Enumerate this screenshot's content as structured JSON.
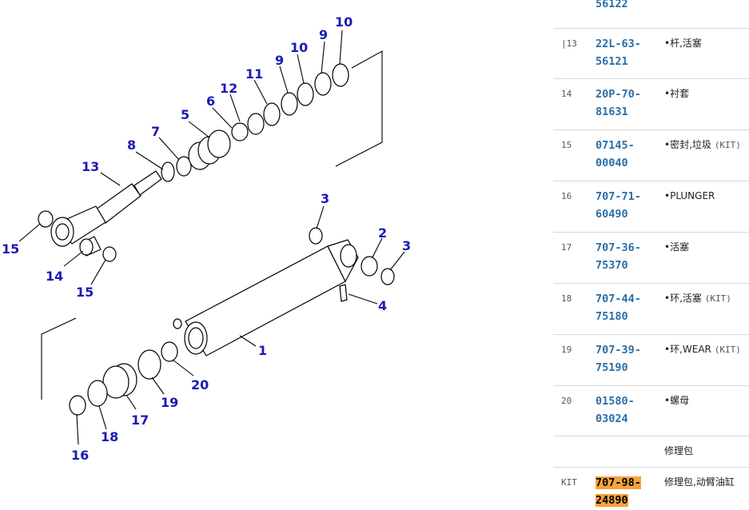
{
  "callouts": [
    "10",
    "9",
    "10",
    "9",
    "11",
    "12",
    "6",
    "5",
    "7",
    "8",
    "13",
    "15",
    "14",
    "15",
    "3",
    "2",
    "3",
    "4",
    "1",
    "20",
    "19",
    "17",
    "18",
    "16"
  ],
  "top_partial": "56122",
  "rows": [
    {
      "idx": "|13",
      "pn1": "22L-63-",
      "pn2": "56121",
      "desc": "•杆,活塞",
      "kit": ""
    },
    {
      "idx": "14",
      "pn1": "20P-70-",
      "pn2": "81631",
      "desc": "•衬套",
      "kit": ""
    },
    {
      "idx": "15",
      "pn1": "07145-",
      "pn2": "00040",
      "desc": "•密封,垃圾",
      "kit": "(KIT)"
    },
    {
      "idx": "16",
      "pn1": "707-71-",
      "pn2": "60490",
      "desc": "•PLUNGER",
      "kit": ""
    },
    {
      "idx": "17",
      "pn1": "707-36-",
      "pn2": "75370",
      "desc": "•活塞",
      "kit": ""
    },
    {
      "idx": "18",
      "pn1": "707-44-",
      "pn2": "75180",
      "desc": "•环,活塞",
      "kit": "(KIT)"
    },
    {
      "idx": "19",
      "pn1": "707-39-",
      "pn2": "75190",
      "desc": "•环,WEAR",
      "kit": "(KIT)"
    },
    {
      "idx": "20",
      "pn1": "01580-",
      "pn2": "03024",
      "desc": "•螺母",
      "kit": ""
    },
    {
      "idx": "",
      "pn1": "",
      "pn2": "",
      "desc": "修理包",
      "kit": ""
    },
    {
      "idx": "KIT",
      "pn1": "707-98-",
      "pn2": "24890",
      "desc": "修理包,动臂油缸",
      "kit": ""
    }
  ],
  "colors": {
    "callout": "#1a1ab4",
    "part_number": "#2a6ea6",
    "highlight": "#f5a33a"
  }
}
